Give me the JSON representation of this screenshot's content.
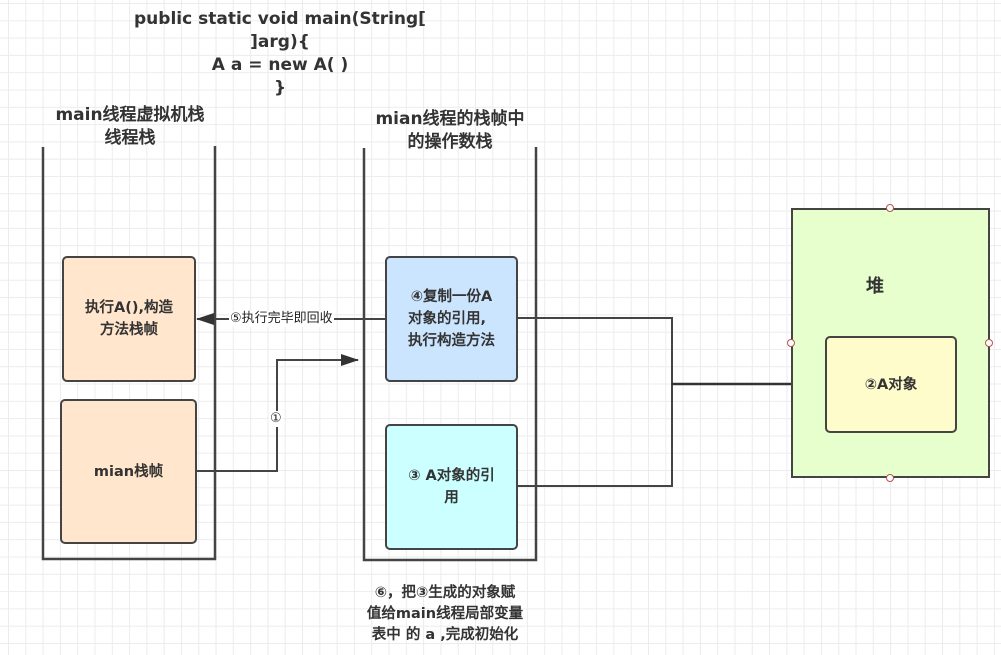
{
  "code": {
    "lines": [
      "public static void main(String[",
      "]arg){",
      "A a = new A( )",
      "}"
    ]
  },
  "thread_stack": {
    "title_line1": "main线程虚拟机栈",
    "title_line2": "线程栈",
    "frames": [
      {
        "lines": [
          "执行A(),构造",
          "方法栈帧"
        ],
        "color": "#ffe6cc"
      },
      {
        "lines": [
          "mian栈帧"
        ],
        "color": "#ffe6cc"
      }
    ]
  },
  "operand_stack": {
    "title_line1": "mian线程的栈帧中",
    "title_line2": "的操作数栈",
    "items": [
      {
        "lines": [
          "④复制一份A",
          "对象的引用,",
          "执行构造方法"
        ],
        "color": "#cce5ff"
      },
      {
        "lines": [
          "③ A对象的引",
          "用"
        ],
        "color": "#ccffff"
      }
    ]
  },
  "heap": {
    "title": "堆",
    "color": "#e6ffcc",
    "object": {
      "label": "②A对象",
      "color": "#fffccc"
    }
  },
  "edges": {
    "step1_label": "①",
    "step5_label": "⑤执行完毕即回收"
  },
  "footnote": {
    "lines": [
      "⑥，把③生成的对象赋",
      "值给main线程局部变量",
      "表中 的 a ,完成初始化"
    ]
  }
}
